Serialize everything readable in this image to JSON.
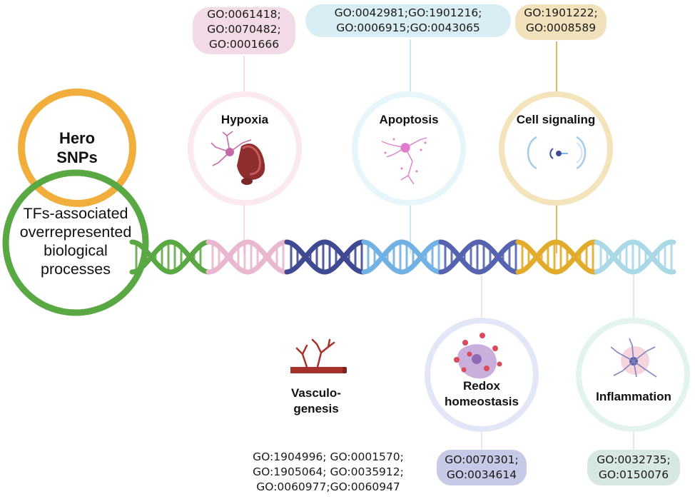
{
  "legend": {
    "hero_line1": "Hero",
    "hero_line2": "SNPs",
    "tf_line1": "TFs-associated",
    "tf_line2": "overrepresented",
    "tf_line3": "biological",
    "tf_line4": "processes"
  },
  "processes": {
    "hypoxia": {
      "label": "Hypoxia",
      "go": [
        "GO:0061418;",
        "GO:0070482;",
        "GO:0001666"
      ]
    },
    "apoptosis": {
      "label": "Apoptosis",
      "go": [
        "GO:0042981;GO:1901216;",
        "GO:0006915;GO:0043065"
      ]
    },
    "cell_signaling": {
      "label": "Cell signaling",
      "go": [
        "GO:1901222;",
        "GO:0008589"
      ]
    },
    "vasculogenesis": {
      "label_line1": "Vasculo-",
      "label_line2": "genesis",
      "go": [
        "GO:1904996; GO:0001570;",
        "GO:1905064; GO:0035912;",
        "GO:0060977;GO:0060947"
      ]
    },
    "redox": {
      "label_line1": "Redox",
      "label_line2": "homeostasis",
      "go": [
        "GO:0070301;",
        "GO:0034614"
      ]
    },
    "inflammation": {
      "label": "Inflammation",
      "go": [
        "GO:0032735;",
        "GO:0150076"
      ]
    }
  },
  "colors": {
    "hero_ring": "#f2ae3c",
    "tf_ring": "#5aa843",
    "hypoxia_pill": "#f2dbe6",
    "apoptosis_pill": "#d9eef4",
    "cell_signaling_pill": "#f1e2bb",
    "redox_pill": "#c6cae6",
    "inflammation_pill": "#d6e8e1",
    "dna_green": "#5aa843",
    "dna_pink": "#e9b7cf",
    "dna_navy": "#3f4a93",
    "dna_blue": "#72b1e3",
    "dna_indigo": "#5664b0",
    "dna_gold": "#e1ac2c",
    "dna_lightblue": "#a9d8e6"
  },
  "icons": [
    "neuron-vessel-icon",
    "apoptotic-cell-icon",
    "synapse-icon",
    "blood-vessel-icon",
    "ros-cell-icon",
    "inflamed-cell-icon"
  ]
}
